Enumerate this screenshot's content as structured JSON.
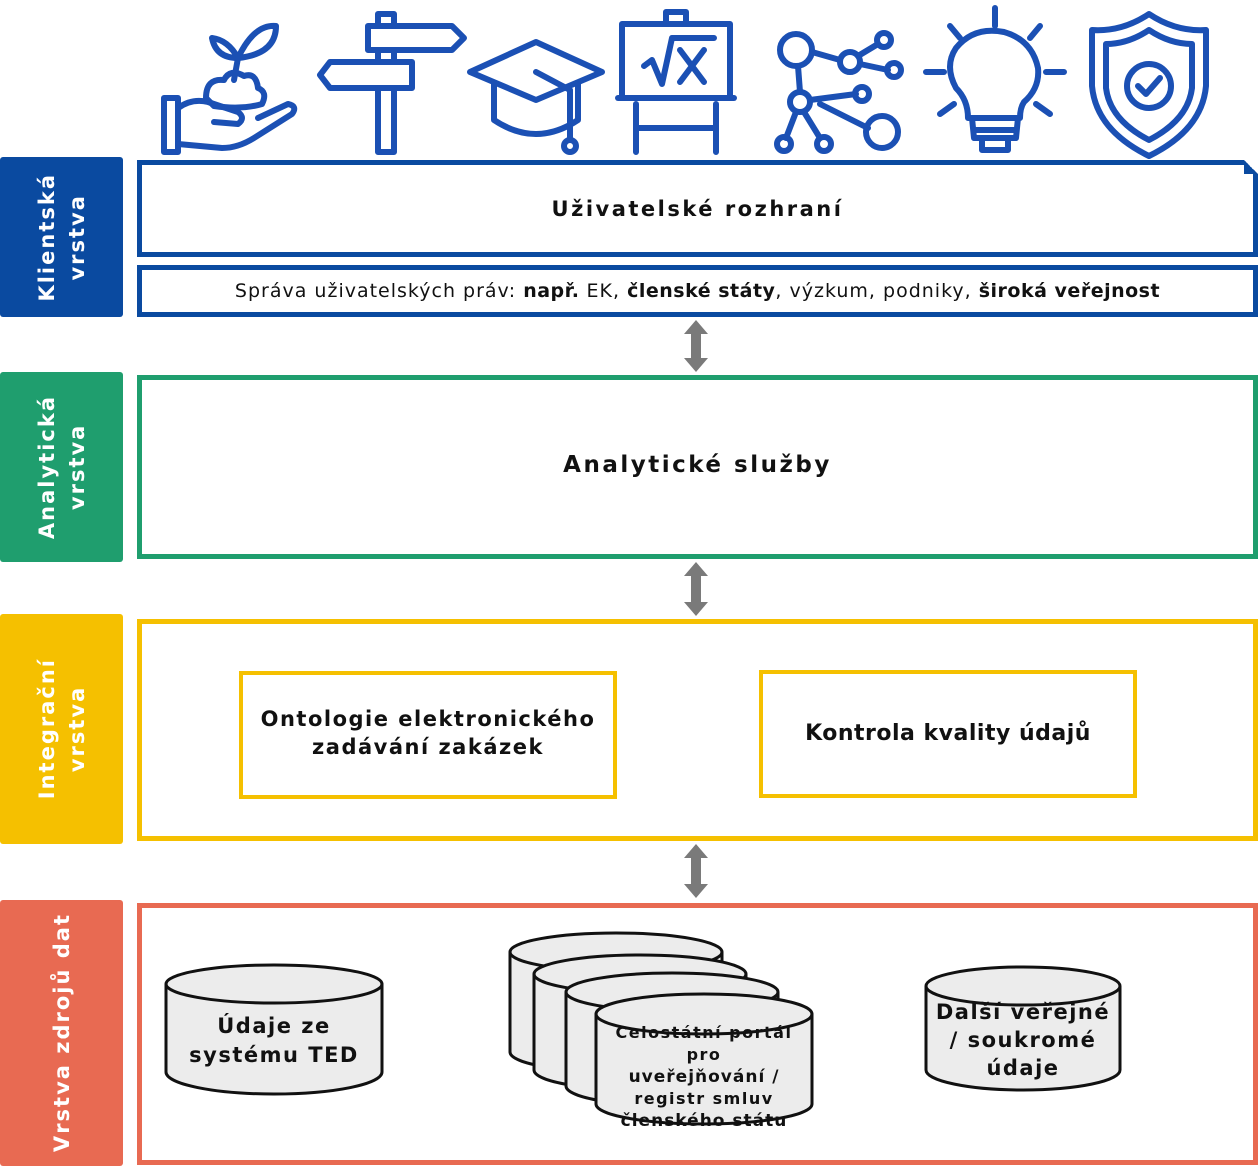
{
  "colors": {
    "client": "#0a4aa0",
    "analytic": "#1f9e6e",
    "integration": "#f5c000",
    "sources": "#e86a52",
    "icon": "#1b50b4",
    "arrow": "#7a7a7a"
  },
  "icons": [
    "plant-in-hand-icon",
    "signpost-icon",
    "graduation-cap-icon",
    "sqrt-x-easel-icon",
    "network-nodes-icon",
    "light-bulb-icon",
    "shield-check-icon"
  ],
  "layers": {
    "client": {
      "label": "Klientská\nvrstva",
      "ui": "Uživatelské rozhraní",
      "rights_prefix": "Správa uživatelských práv: ",
      "rights_bold_1": "např.",
      "rights_text_1": " EK, ",
      "rights_bold_2": "členské státy",
      "rights_text_2": ", výzkum, podniky, ",
      "rights_bold_3": "široká veřejnost"
    },
    "analytic": {
      "label": "Analytická\nvrstva",
      "services": "Analytické služby"
    },
    "integration": {
      "label": "Integrační\nvrstva",
      "ontology": "Ontologie elektronického\nzadávání zakázek",
      "quality": "Kontrola kvality údajů"
    },
    "sources": {
      "label": "Vrstva zdrojů dat",
      "ted": "Údaje ze\nsystému TED",
      "national_line1": "Celostátní portál pro",
      "national_line2": "uveřejňování /",
      "national_line3": "registr smluv",
      "national_line4": "členského státu",
      "other": "Další veřejné\n/ soukromé\núdaje"
    }
  }
}
